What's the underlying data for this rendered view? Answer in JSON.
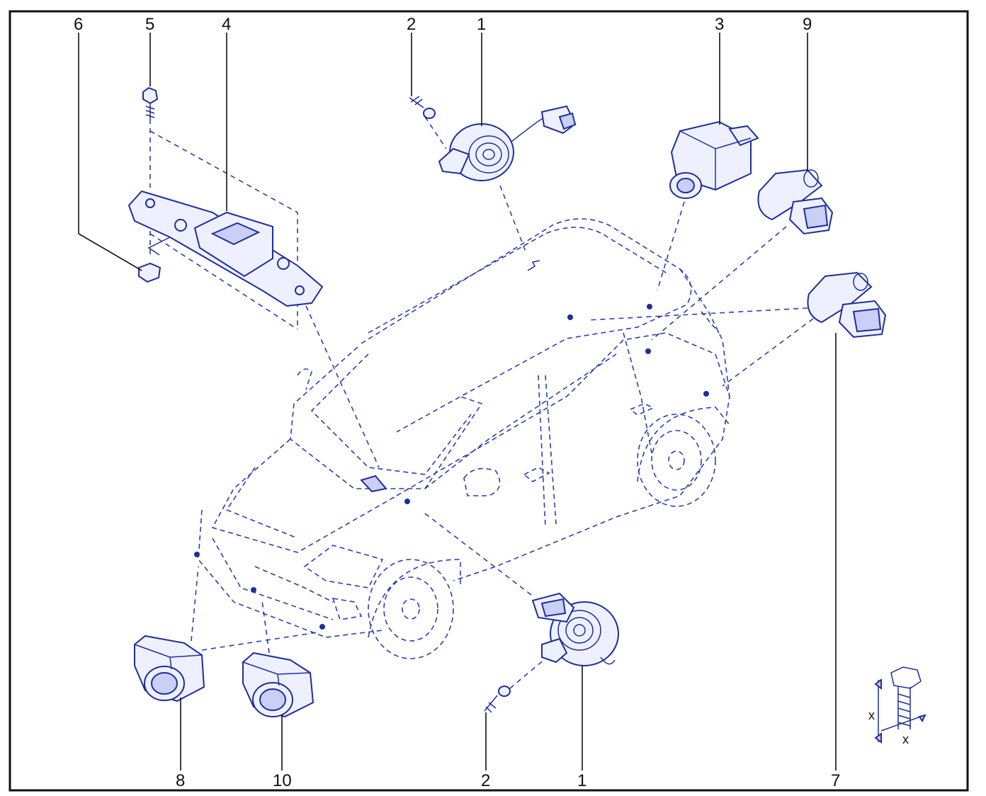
{
  "labels": [
    {
      "key": "l6",
      "text": "6"
    },
    {
      "key": "l5",
      "text": "5"
    },
    {
      "key": "l4",
      "text": "4"
    },
    {
      "key": "l2a",
      "text": "2"
    },
    {
      "key": "l1a",
      "text": "1"
    },
    {
      "key": "l3",
      "text": "3"
    },
    {
      "key": "l9",
      "text": "9"
    },
    {
      "key": "l7",
      "text": "7"
    },
    {
      "key": "l8",
      "text": "8"
    },
    {
      "key": "l10",
      "text": "10"
    },
    {
      "key": "l2b",
      "text": "2"
    },
    {
      "key": "l1b",
      "text": "1"
    }
  ],
  "bolt_symbol": {
    "dim_a": "x",
    "dim_b": "x"
  },
  "colors": {
    "line": "#2b3fb0",
    "part": "#1d2f9c",
    "label": "#111111",
    "frame": "#111111"
  }
}
